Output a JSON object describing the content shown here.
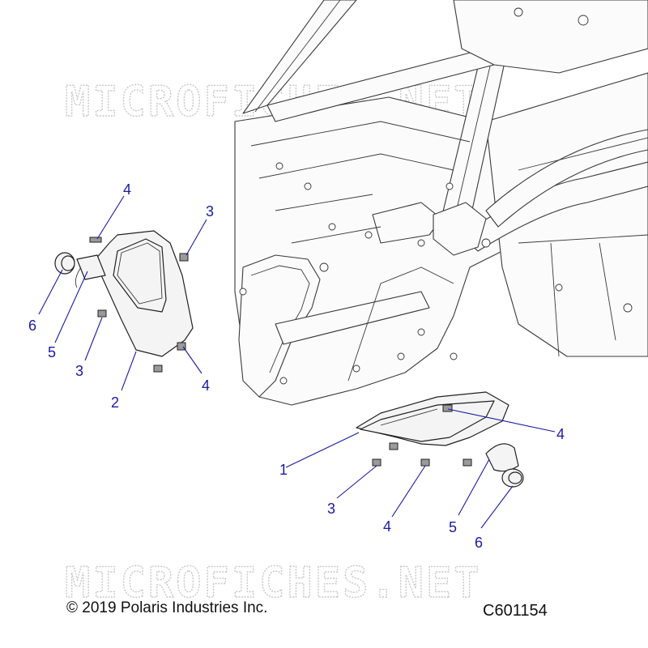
{
  "watermark": {
    "top": "MICROFICHES.NET",
    "bottom": "MICROFICHES.NET"
  },
  "callouts": [
    {
      "id": "c-4-tl",
      "label": "4"
    },
    {
      "id": "c-3-tr",
      "label": "3"
    },
    {
      "id": "c-6-l",
      "label": "6"
    },
    {
      "id": "c-5-l",
      "label": "5"
    },
    {
      "id": "c-3-l",
      "label": "3"
    },
    {
      "id": "c-2",
      "label": "2"
    },
    {
      "id": "c-4-ml",
      "label": "4"
    },
    {
      "id": "c-4-r",
      "label": "4"
    },
    {
      "id": "c-1",
      "label": "1"
    },
    {
      "id": "c-3-b",
      "label": "3"
    },
    {
      "id": "c-4-b",
      "label": "4"
    },
    {
      "id": "c-5-b",
      "label": "5"
    },
    {
      "id": "c-6-b",
      "label": "6"
    }
  ],
  "footer": {
    "copyright": "© 2019 Polaris Industries Inc.",
    "doc_id": "C601154"
  }
}
